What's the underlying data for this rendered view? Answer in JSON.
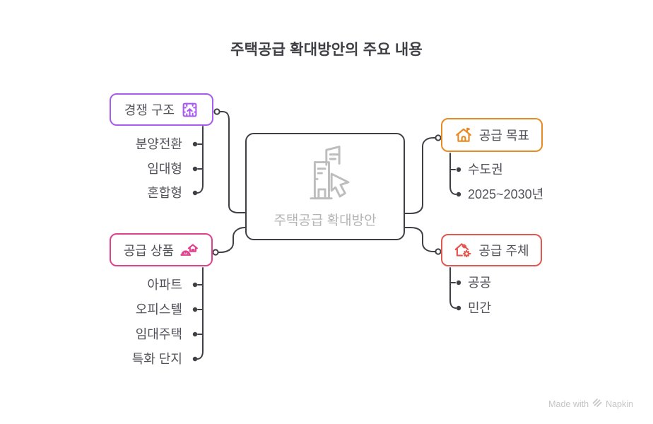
{
  "title": "주택공급 확대방안의 주요 내용",
  "center": {
    "label": "주택공급 확대방안",
    "icon": "building-cursor-icon"
  },
  "colors": {
    "competition": "#a85ced",
    "target": "#e78a23",
    "products": "#e0418f",
    "supplier": "#e2574f",
    "connector": "#3f3f46",
    "muted": "#b4b4b4"
  },
  "branches": [
    {
      "label": "경쟁 구조",
      "icon": "maze-icon",
      "color": "#a85ced",
      "children": [
        "분양전환",
        "임대형",
        "혼합형"
      ]
    },
    {
      "label": "공급 목표",
      "icon": "house-icon",
      "color": "#e78a23",
      "children": [
        "수도권",
        "2025~2030년"
      ]
    },
    {
      "label": "공급 상품",
      "icon": "house-helmet-icon",
      "color": "#e0418f",
      "children": [
        "아파트",
        "오피스텔",
        "임대주택",
        "특화 단지"
      ]
    },
    {
      "label": "공급 주체",
      "icon": "house-gear-icon",
      "color": "#e2574f",
      "children": [
        "공공",
        "민간"
      ]
    }
  ],
  "footer": {
    "made_with": "Made with",
    "brand": "Napkin"
  }
}
